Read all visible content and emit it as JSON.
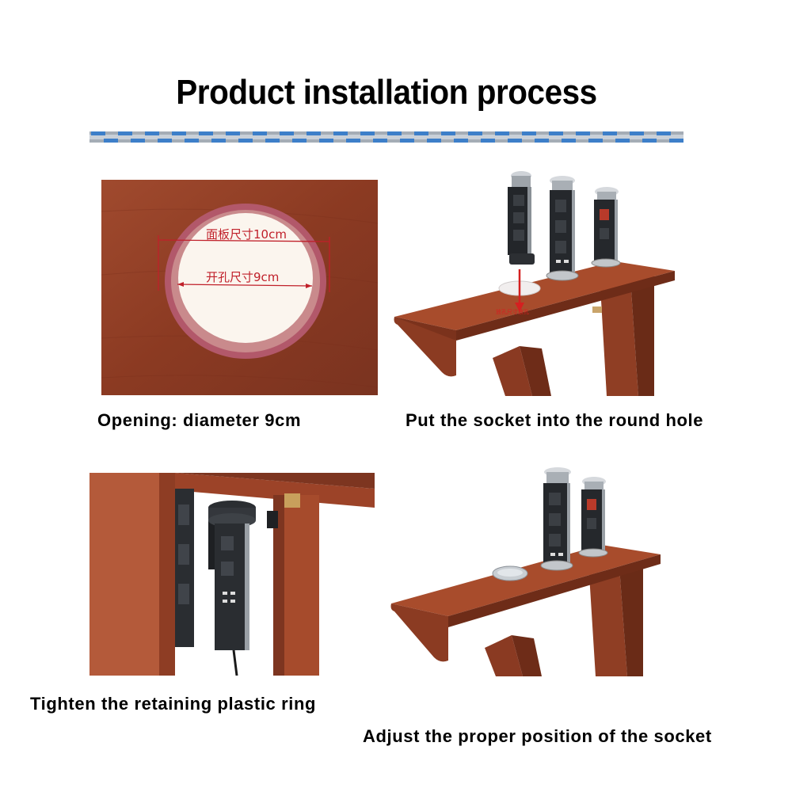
{
  "title": "Product installation process",
  "steps": [
    {
      "caption": "Opening: diameter 9cm",
      "panel_label": "面板尺寸10cm",
      "hole_label": "开孔尺寸9cm"
    },
    {
      "caption": "Put the socket into the round hole",
      "hole_note": "放孔尺寸放孔"
    },
    {
      "caption": "Tighten the retaining plastic ring"
    },
    {
      "caption": "Adjust the proper position of the socket"
    }
  ],
  "colors": {
    "wood": "#8a3b22",
    "wood_light": "#a2492a",
    "divider_blue": "#3d7fc9",
    "divider_gray": "#9aa3ad",
    "label_red": "#c0202a",
    "title": "#000000"
  }
}
